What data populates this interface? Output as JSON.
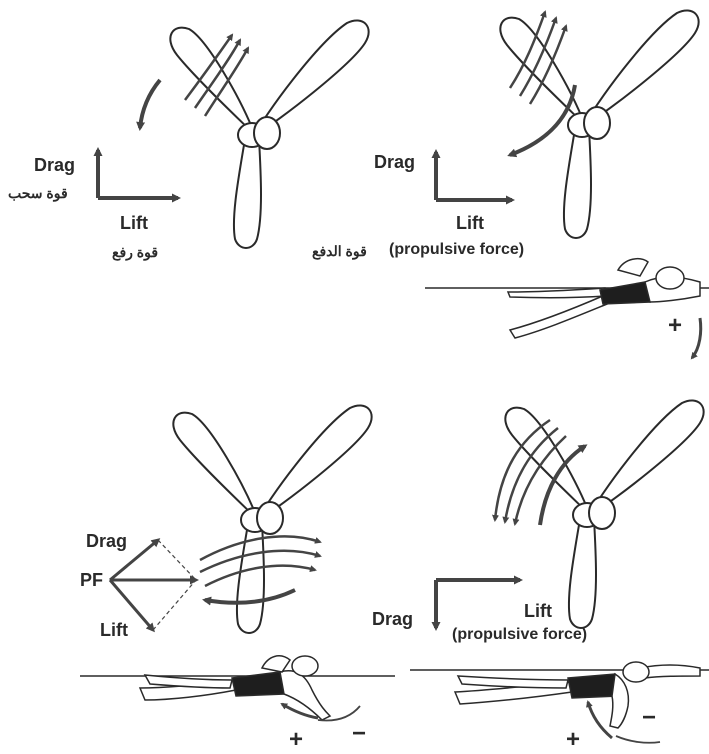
{
  "panels": {
    "top_left": {
      "drag": "Drag",
      "drag_ar": "قوة سحب",
      "lift": "Lift",
      "lift_ar": "قوة رفع"
    },
    "top_right": {
      "drag": "Drag",
      "lift": "Lift",
      "propulsive": "(propulsive force)",
      "propulsive_ar": "قوة الدفع",
      "plus": "+"
    },
    "bottom_left": {
      "drag": "Drag",
      "pf": "PF",
      "lift": "Lift",
      "plus": "+",
      "minus": "−"
    },
    "bottom_right": {
      "drag": "Drag",
      "lift": "Lift",
      "propulsive": "(propulsive force)",
      "plus": "+",
      "minus": "−"
    }
  },
  "colors": {
    "ink": "#2a2a2a",
    "arrow": "#444444",
    "suit": "#1e1e1e",
    "paper": "#ffffff"
  }
}
